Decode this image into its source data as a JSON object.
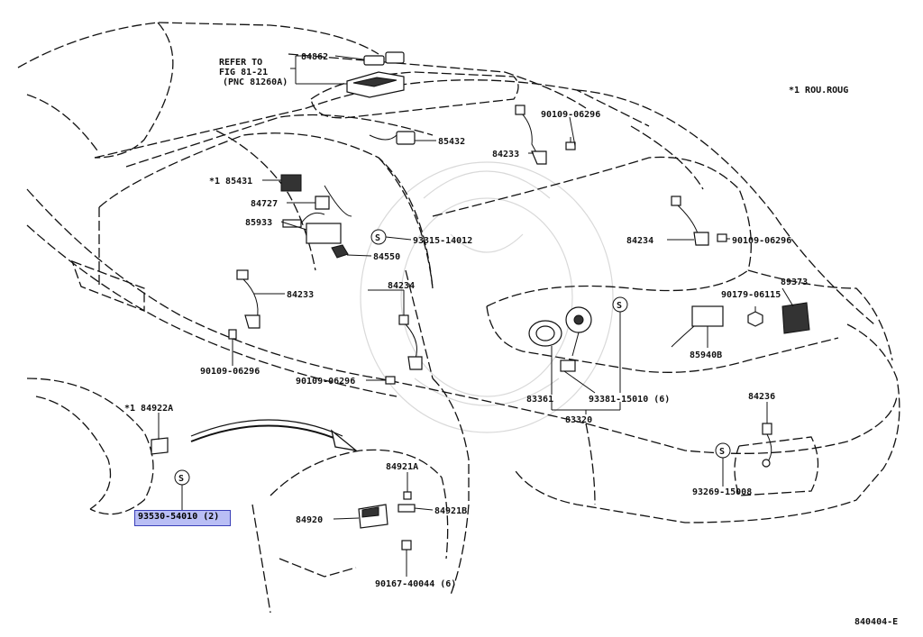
{
  "title_note": "*1 ROU.ROUG",
  "diagram_code": "840404-E",
  "refer_note": [
    "REFER TO",
    "FIG 81-21",
    "(PNC 81260A)"
  ],
  "symbol_s": "S",
  "labels": {
    "p84862": "84862",
    "p85432": "85432",
    "p90109_a": "90109-06296",
    "p84233_a": "84233",
    "p85431": "*1 85431",
    "p84727": "84727",
    "p85933": "85933",
    "p93315": "93315-14012",
    "p84550": "84550",
    "p84234_a": "84234",
    "p90109_b": "90109-06296",
    "p89373": "89373",
    "p90179": "90179-06115",
    "p84233_b": "84233",
    "p84234_b": "84234",
    "p85940b": "85940B",
    "p90109_c": "90109-06296",
    "p90109_d": "90109-06296",
    "p83361": "83361",
    "p93381": "93381-15010 (6)",
    "p83320": "83320",
    "p84236": "84236",
    "p84922a": "*1 84922A",
    "p84921a": "84921A",
    "p84920": "84920",
    "p84921b": "84921B",
    "p93269": "93269-15008",
    "p90167": "90167-40044 (6)",
    "p93530": "93530-54010 (2)"
  },
  "highlight_color": "#b9bef5"
}
